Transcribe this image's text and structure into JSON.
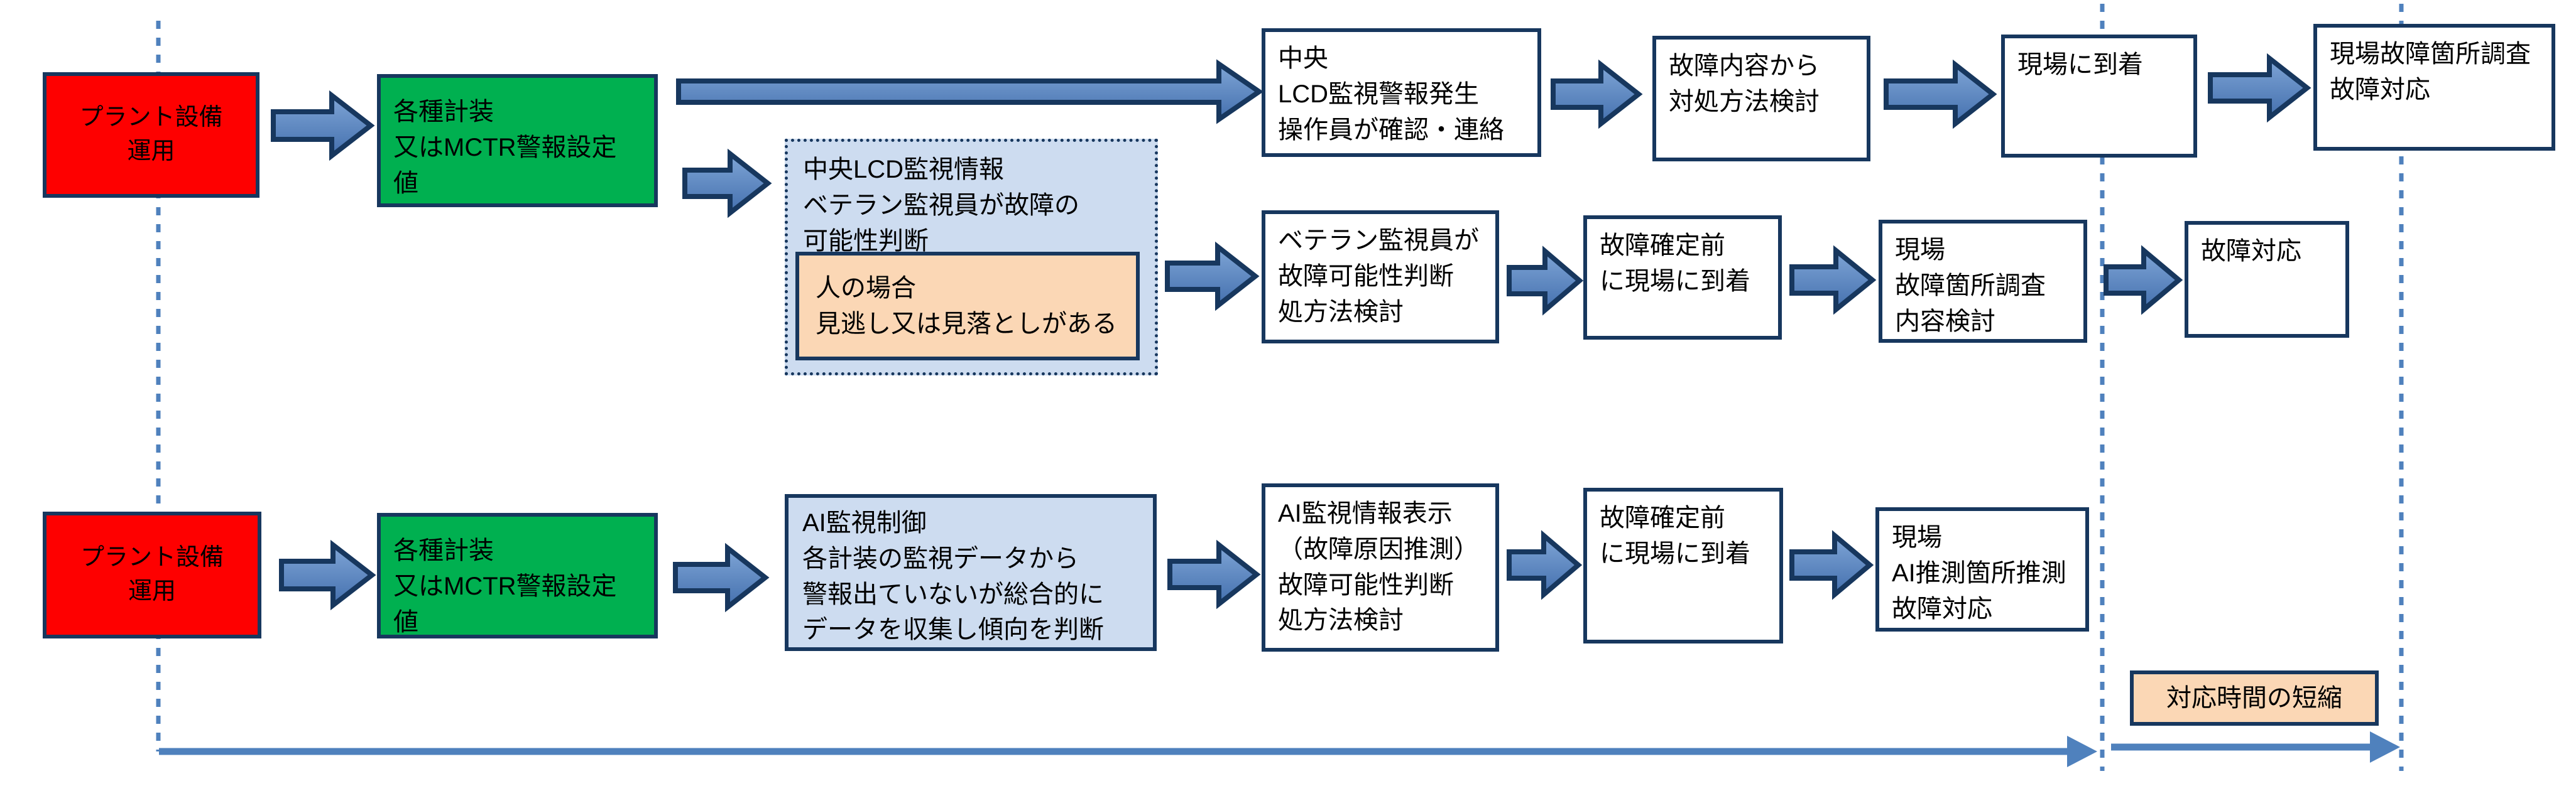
{
  "diagram": {
    "top_flow": {
      "plant": "プラント設備\n運用",
      "instrument": "各種計装\n又はMCTR警報設定値",
      "central_alarm": "中央\nLCD監視警報発生\n操作員が確認・連絡",
      "countermeasure": "故障内容から\n対処方法検討",
      "arrive": "現場に到着",
      "site_investigation": "現場故障箇所調査\n故障対応"
    },
    "veteran_flow": {
      "monitor_info": "中央LCD監視情報\nベテラン監視員が故障の\n可能性判断",
      "human_note": "人の場合\n見逃し又は見落としがある",
      "veteran_judgement": "ベテラン監視員が\n故障可能性判断\n処方法検討",
      "pre_confirm_arrive": "故障確定前\nに現場に到着",
      "site_check": "現場\n故障箇所調査\n内容検討",
      "failure_response": "故障対応"
    },
    "ai_flow": {
      "plant": "プラント設備\n運用",
      "instrument": "各種計装\n又はMCTR警報設定値",
      "ai_monitoring": "AI監視制御\n各計装の監視データから\n警報出ていないが総合的に\nデータを収集し傾向を判断",
      "ai_info": "AI監視情報表示\n（故障原因推測）\n故障可能性判断\n処方法検討",
      "pre_confirm_arrive": "故障確定前\nに現場に到着",
      "site_ai": "現場\nAI推測箇所推測\n故障対応",
      "time_reduction": "対応時間の短縮"
    },
    "colors": {
      "border_navy": "#17375E",
      "plant_red": "#FE0000",
      "instrument_green": "#00B050",
      "info_blue": "#CDDCF0",
      "note_orange": "#FBD7B5",
      "arrow_blue": "#4F81BD"
    }
  }
}
